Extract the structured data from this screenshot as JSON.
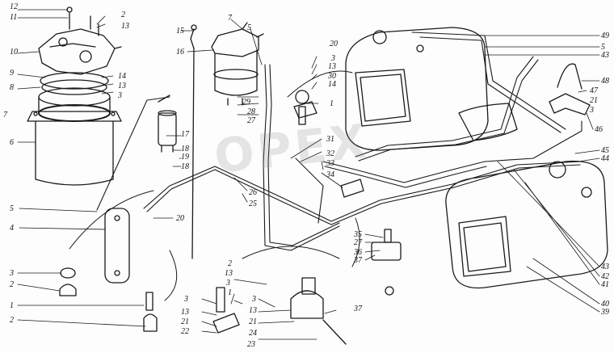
{
  "watermark": "OPEX",
  "labels": [
    {
      "id": "l12a",
      "text": "12"
    },
    {
      "id": "l11a",
      "text": "11"
    },
    {
      "id": "l2a",
      "text": "2"
    },
    {
      "id": "l13a",
      "text": "13"
    },
    {
      "id": "l10",
      "text": "10"
    },
    {
      "id": "l9",
      "text": "9"
    },
    {
      "id": "l8",
      "text": "8"
    },
    {
      "id": "l7a",
      "text": "7"
    },
    {
      "id": "l6",
      "text": "6"
    },
    {
      "id": "l14a",
      "text": "14"
    },
    {
      "id": "l13b",
      "text": "13"
    },
    {
      "id": "l3a",
      "text": "3"
    },
    {
      "id": "l15",
      "text": "15"
    },
    {
      "id": "l16",
      "text": "16"
    },
    {
      "id": "l7b",
      "text": "7"
    },
    {
      "id": "l5a",
      "text": "5"
    },
    {
      "id": "l29",
      "text": "29"
    },
    {
      "id": "l28",
      "text": "28"
    },
    {
      "id": "l27",
      "text": "27"
    },
    {
      "id": "l17",
      "text": "17"
    },
    {
      "id": "l18a",
      "text": "18"
    },
    {
      "id": "l19",
      "text": "19"
    },
    {
      "id": "l18b",
      "text": "18"
    },
    {
      "id": "l20a",
      "text": "20"
    },
    {
      "id": "l3b",
      "text": "3"
    },
    {
      "id": "l13c",
      "text": "13"
    },
    {
      "id": "l30",
      "text": "30"
    },
    {
      "id": "l14b",
      "text": "14"
    },
    {
      "id": "l1a",
      "text": "1"
    },
    {
      "id": "l31",
      "text": "31"
    },
    {
      "id": "l32",
      "text": "32"
    },
    {
      "id": "l33a",
      "text": "33"
    },
    {
      "id": "l34",
      "text": "34"
    },
    {
      "id": "l26",
      "text": "26"
    },
    {
      "id": "l25",
      "text": "25"
    },
    {
      "id": "l5b",
      "text": "5"
    },
    {
      "id": "l4",
      "text": "4"
    },
    {
      "id": "l20b",
      "text": "20"
    },
    {
      "id": "l3c",
      "text": "3"
    },
    {
      "id": "l2b",
      "text": "2"
    },
    {
      "id": "l1b",
      "text": "1"
    },
    {
      "id": "l2c",
      "text": "2"
    },
    {
      "id": "l3d",
      "text": "3"
    },
    {
      "id": "l13d",
      "text": "13"
    },
    {
      "id": "l21a",
      "text": "21"
    },
    {
      "id": "l22",
      "text": "22"
    },
    {
      "id": "l2d",
      "text": "2"
    },
    {
      "id": "l13e",
      "text": "13"
    },
    {
      "id": "l3e",
      "text": "3"
    },
    {
      "id": "l1c",
      "text": "1"
    },
    {
      "id": "l3f",
      "text": "3"
    },
    {
      "id": "l13f",
      "text": "13"
    },
    {
      "id": "l21b",
      "text": "21"
    },
    {
      "id": "l24",
      "text": "24"
    },
    {
      "id": "l23",
      "text": "23"
    },
    {
      "id": "l37a",
      "text": "37"
    },
    {
      "id": "l35",
      "text": "35"
    },
    {
      "id": "l27b",
      "text": "27"
    },
    {
      "id": "l36",
      "text": "36"
    },
    {
      "id": "l37b",
      "text": "37"
    },
    {
      "id": "l49",
      "text": "49"
    },
    {
      "id": "l5c",
      "text": "5"
    },
    {
      "id": "l43a",
      "text": "43"
    },
    {
      "id": "l48",
      "text": "48"
    },
    {
      "id": "l47",
      "text": "47"
    },
    {
      "id": "l21c",
      "text": "21"
    },
    {
      "id": "l3g",
      "text": "3"
    },
    {
      "id": "l46",
      "text": "46"
    },
    {
      "id": "l45",
      "text": "45"
    },
    {
      "id": "l44",
      "text": "44"
    },
    {
      "id": "l43b",
      "text": "43"
    },
    {
      "id": "l42",
      "text": "42"
    },
    {
      "id": "l41",
      "text": "41"
    },
    {
      "id": "l40",
      "text": "40"
    },
    {
      "id": "l39",
      "text": "39"
    }
  ]
}
